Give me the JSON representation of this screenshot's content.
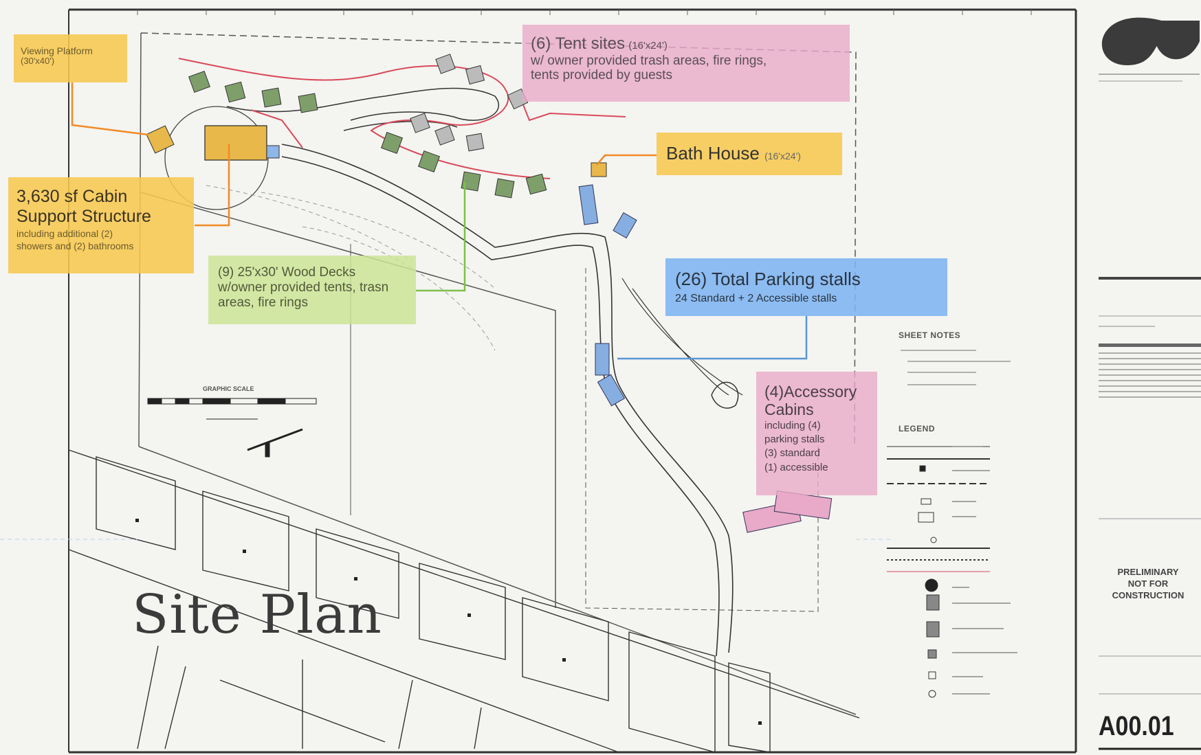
{
  "callouts": {
    "viewing_platform": {
      "title": "Viewing Platform",
      "dims": "(30'x40')"
    },
    "tent_sites": {
      "title": "(6) Tent sites",
      "dims": "(16'x24')",
      "line1": "w/ owner provided trash areas, fire rings,",
      "line2": "tents provided by guests"
    },
    "bath_house": {
      "title": "Bath House",
      "dims": "(16'x24')"
    },
    "cabin_support": {
      "line1": "3,630 sf Cabin",
      "line2": "Support Structure",
      "sub1": "including additional (2)",
      "sub2": "showers and (2) bathrooms"
    },
    "wood_decks": {
      "line1": "(9) 25'x30' Wood Decks",
      "line2": "w/owner provided tents, trasn",
      "line3": "areas, fire rings"
    },
    "parking": {
      "title": "(26) Total Parking stalls",
      "sub": "24 Standard + 2 Accessible stalls"
    },
    "accessory_cabins": {
      "line1": "(4)Accessory",
      "line2": "Cabins",
      "sub1": "including (4)",
      "sub2": "parking stalls",
      "sub3": "(3) standard",
      "sub4": "(1) accessible"
    }
  },
  "sheet": {
    "title": "Site Plan",
    "sheet_notes_label": "SHEET NOTES",
    "legend_label": "LEGEND",
    "graphic_scale_label": "GRAPHIC SCALE",
    "preliminary_line1": "PRELIMINARY",
    "preliminary_line2": "NOT FOR",
    "preliminary_line3": "CONSTRUCTION",
    "sheet_number": "A00.01"
  },
  "colors": {
    "yellow_callout": "#f7c850",
    "pink_callout": "#e8aac8",
    "green_callout": "#cde496",
    "blue_callout": "#7db4f0",
    "orange_leader": "#f08a24",
    "green_leader": "#7cc04a",
    "blue_leader": "#5a96d6",
    "tent_boundary": "#d94a5a",
    "deck_fill": "#7f9f6a",
    "parking_fill": "#86aee0"
  }
}
